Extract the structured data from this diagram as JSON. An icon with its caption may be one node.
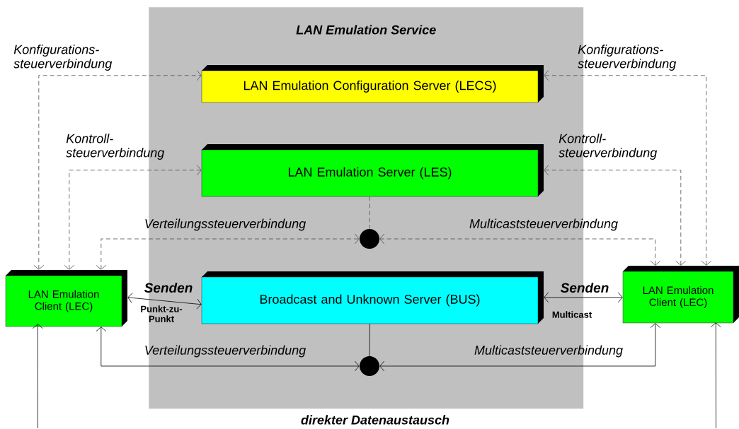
{
  "diagram": {
    "nodes": [
      {
        "text": [
          "LAN Emulation Service"
        ]
      },
      {
        "text": [
          "LAN Emulation Configuration Server (LECS)"
        ],
        "in": 0
      },
      {
        "text": [
          "LAN Emulation Server (LES)"
        ],
        "in": 0
      },
      {
        "text": [],
        "shape": "circle",
        "in": 0
      },
      {
        "text": [
          "Broadcast and Unknown Server (BUS)"
        ],
        "in": 0
      },
      {
        "text": [],
        "shape": "circle",
        "in": 0
      },
      {
        "text": [
          "LAN Emulation Client (LEC)"
        ]
      },
      {
        "text": [
          "LAN Emulation Client (LEC)"
        ]
      }
    ],
    "edges": [
      {
        "from": 6,
        "to": 1,
        "arrow": "both",
        "style": "dashed",
        "label": "Konfigurations- steuerverbindung"
      },
      {
        "from": 7,
        "to": 1,
        "arrow": "both",
        "style": "dashed",
        "label": "Konfigurations- steuerverbindung"
      },
      {
        "from": 6,
        "to": 2,
        "arrow": "both",
        "style": "dashed",
        "label": "Kontroll- steuerverbindung"
      },
      {
        "from": 7,
        "to": 2,
        "arrow": "both",
        "style": "dashed",
        "label": "Kontroll- steuerverbindung"
      },
      {
        "from": 2,
        "to": 3,
        "arrow": "none",
        "style": "dashed"
      },
      {
        "from": 6,
        "to": 3,
        "arrow": "both",
        "style": "dashed",
        "label": "Verteilungssteuerverbindung"
      },
      {
        "from": 7,
        "to": 3,
        "arrow": "both",
        "style": "dashed",
        "label": "Multicaststeuerverbindung"
      },
      {
        "from": 6,
        "to": 4,
        "arrow": "both",
        "label": "Senden"
      },
      {
        "from": 4,
        "to": 7,
        "arrow": "both",
        "label": "Senden"
      },
      {
        "from": 4,
        "to": 5,
        "arrow": "none"
      },
      {
        "from": 6,
        "to": 5,
        "arrow": "both",
        "label": "Verteilungssteuerverbindung"
      },
      {
        "from": 7,
        "to": 5,
        "arrow": "both",
        "label": "Multicaststeuerverbindung"
      },
      {
        "from": null,
        "to": 6,
        "arrow": "to"
      },
      {
        "from": null,
        "to": 7,
        "arrow": "to"
      }
    ],
    "labels": [
      "Punkt-zu- Punkt",
      "Multicast",
      "direkter Datenaustausch"
    ]
  }
}
